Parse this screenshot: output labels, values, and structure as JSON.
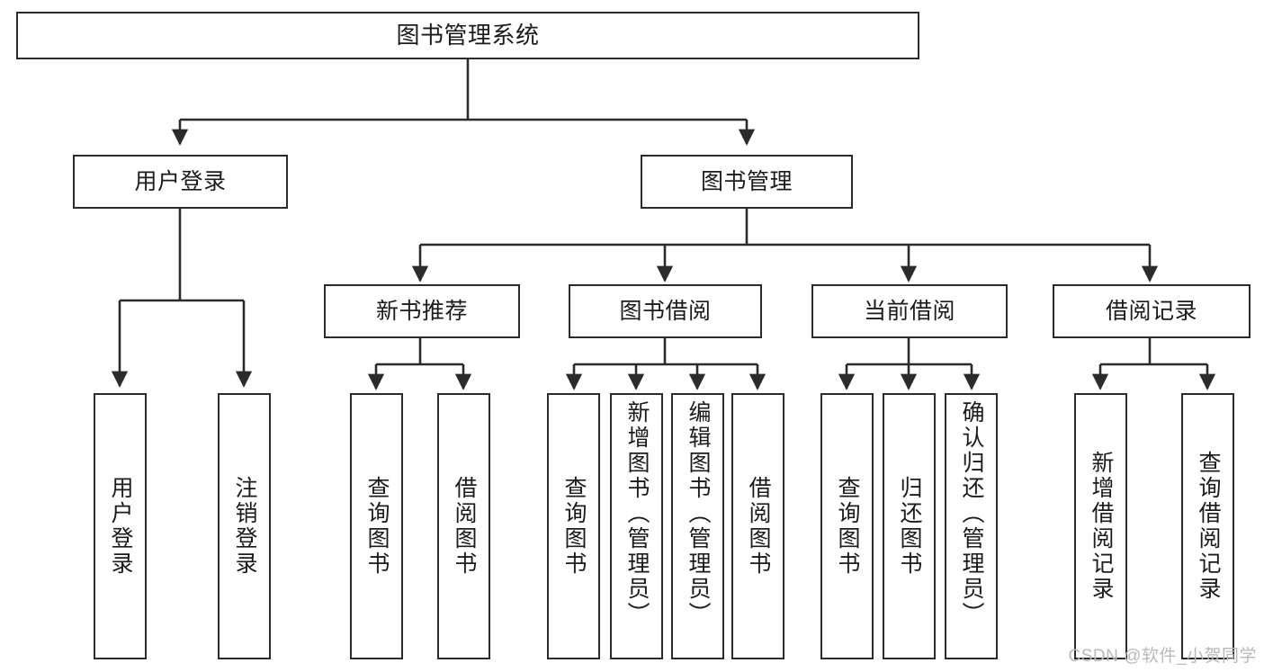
{
  "diagram": {
    "title": "图书管理系统",
    "type": "tree",
    "watermark": "CSDN @软件_小贺同学",
    "colors": {
      "stroke": "#2b2b2b",
      "fill": "#ffffff",
      "text": "#1b1b1b",
      "watermark": "#b9b9b9"
    },
    "nodes": {
      "root": {
        "label": "图书管理系统"
      },
      "level2": [
        {
          "label": "用户登录"
        },
        {
          "label": "图书管理"
        }
      ],
      "level3": [
        {
          "label": "新书推荐"
        },
        {
          "label": "图书借阅"
        },
        {
          "label": "当前借阅"
        },
        {
          "label": "借阅记录"
        }
      ],
      "leaves": {
        "user_login": [
          {
            "label": "用户登录"
          },
          {
            "label": "注销登录"
          }
        ],
        "new_book": [
          {
            "label": "查询图书"
          },
          {
            "label": "借阅图书"
          }
        ],
        "book_borrow": [
          {
            "label": "查询图书"
          },
          {
            "label": "新增图书（管理员）"
          },
          {
            "label": "编辑图书（管理员）"
          },
          {
            "label": "借阅图书"
          }
        ],
        "current_borrow": [
          {
            "label": "查询图书"
          },
          {
            "label": "归还图书"
          },
          {
            "label": "确认归还（管理员）"
          }
        ],
        "borrow_record": [
          {
            "label": "新增借阅记录"
          },
          {
            "label": "查询借阅记录"
          }
        ]
      }
    }
  }
}
